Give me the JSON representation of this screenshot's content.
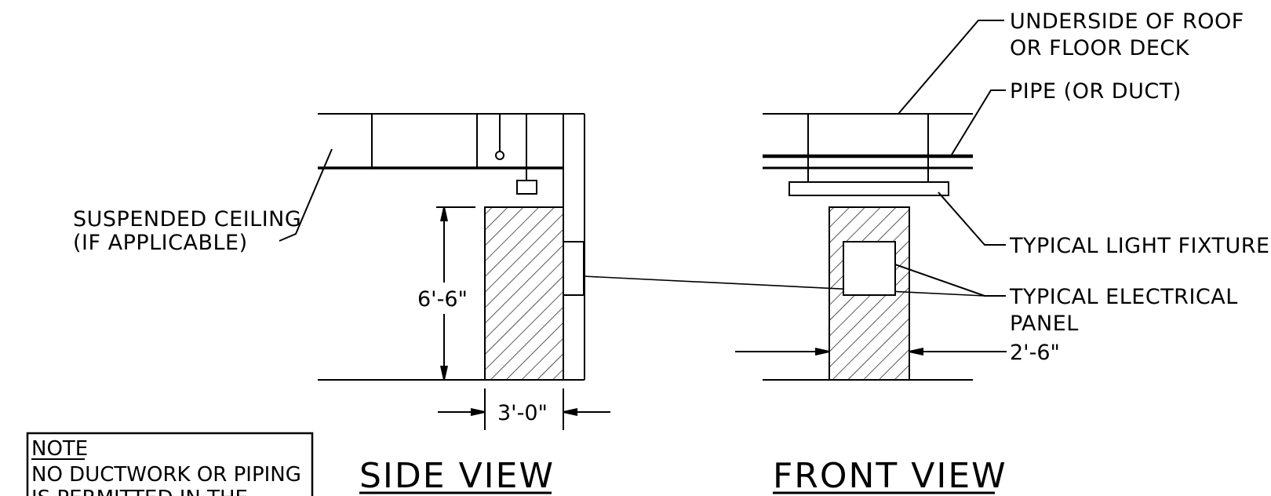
{
  "labels": {
    "underside_line1": "UNDERSIDE OF ROOF",
    "underside_line2": "OR FLOOR DECK",
    "pipe": "PIPE (OR DUCT)",
    "ceiling_line1": "SUSPENDED CEILING",
    "ceiling_line2": "(IF APPLICABLE)",
    "light_fixture": "TYPICAL LIGHT FIXTURE",
    "panel_line1": "TYPICAL ELECTRICAL",
    "panel_line2": "PANEL"
  },
  "dimensions": {
    "height": "6'-6\"",
    "depth": "3'-0\"",
    "width": "2'-6\""
  },
  "titles": {
    "side_view": "SIDE VIEW",
    "front_view": "FRONT VIEW"
  },
  "note": {
    "heading": "NOTE",
    "line1": "NO DUCTWORK OR PIPING",
    "line2": "IS PERMITTED IN THE"
  }
}
